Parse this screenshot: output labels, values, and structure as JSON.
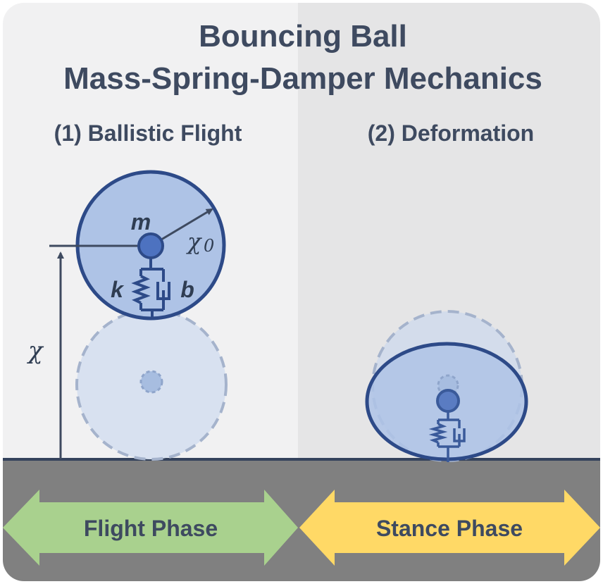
{
  "title": {
    "line1": "Bouncing Ball",
    "line2": "Mass-Spring-Damper Mechanics"
  },
  "panels": {
    "left_label": "(1) Ballistic Flight",
    "right_label": "(2) Deformation"
  },
  "symbols": {
    "mass": "m",
    "radius": "χ",
    "radius_sub": "0",
    "height": "χ",
    "spring": "k",
    "damper": "b"
  },
  "phases": {
    "flight": "Flight Phase",
    "stance": "Stance Phase"
  },
  "colors": {
    "left_bg": "#f1f1f2",
    "right_bg": "#e5e5e6",
    "ground": "#808080",
    "ball_fill": "#aec3e6",
    "ball_stroke": "#2d4a88",
    "flight_arrow": "#a9d18e",
    "stance_arrow": "#ffd966"
  }
}
